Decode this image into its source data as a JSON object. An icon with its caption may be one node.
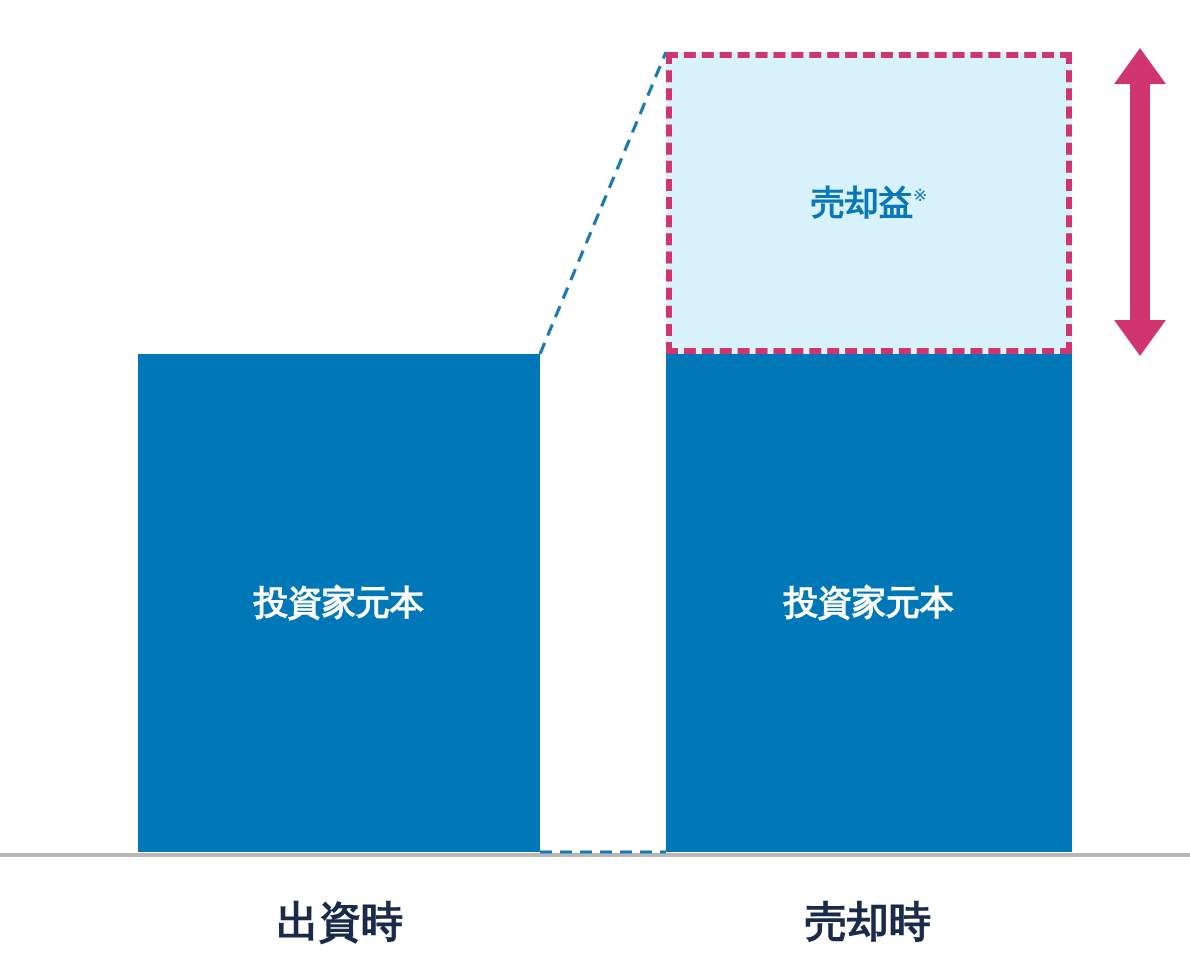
{
  "diagram": {
    "nodes": [
      {
        "text": [
          "投資家元本"
        ]
      },
      {
        "text": [
          "売却益$^{※}$"
        ]
      },
      {
        "text": [
          "投資家元本"
        ]
      }
    ],
    "edges": [
      {
        "from": 0,
        "to": 1,
        "arrow": "none",
        "style": "dashed"
      },
      {
        "from": 0,
        "to": 2,
        "arrow": "none",
        "style": "dashed"
      }
    ],
    "labels": [
      "出資時",
      "売却時"
    ]
  }
}
